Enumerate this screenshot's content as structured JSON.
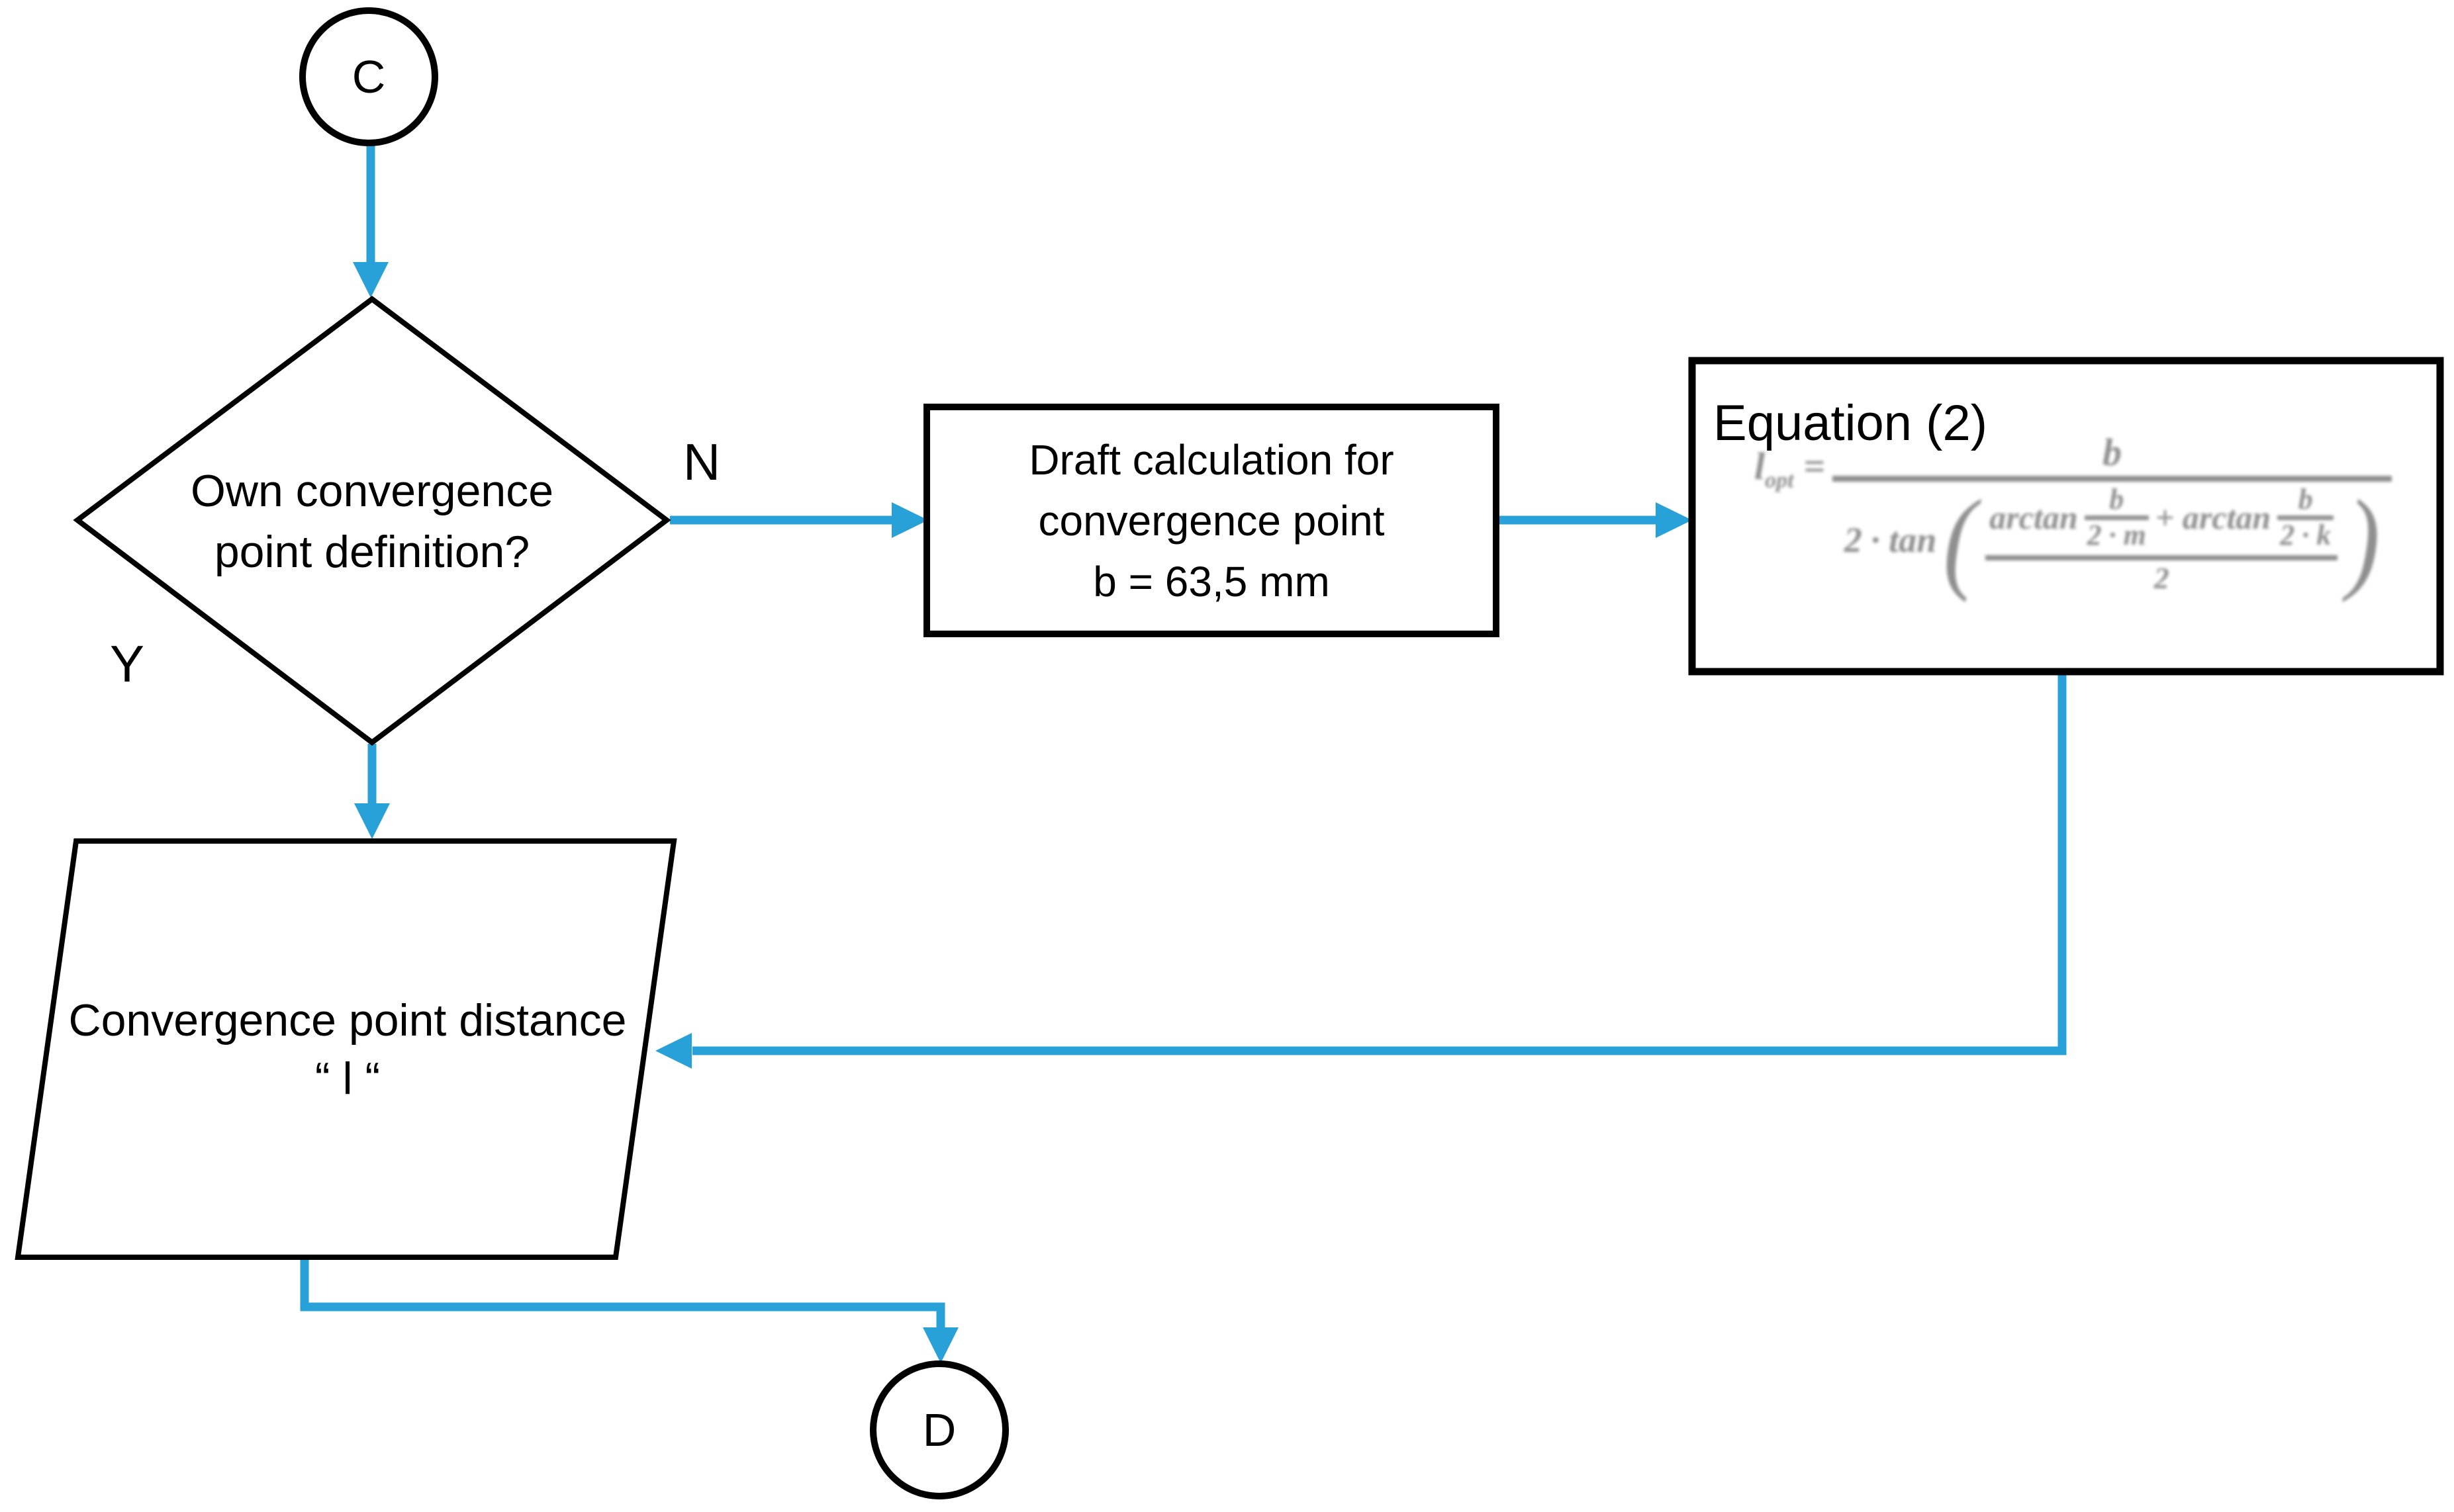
{
  "colors": {
    "arrow_blue": "#28A0D8",
    "shape_stroke": "#000000",
    "equation_gray": "#8F8F8F",
    "background": "#FFFFFF"
  },
  "nodes": {
    "connector_c": {
      "label": "C"
    },
    "decision": {
      "line1": "Own convergence",
      "line2": "point definition?"
    },
    "branch_no": {
      "label": "N"
    },
    "branch_yes": {
      "label": "Y"
    },
    "process_draft": {
      "line1": "Draft calculation for",
      "line2": "convergence point",
      "line3": "b = 63,5 mm"
    },
    "equation": {
      "title": "Equation (2)",
      "lhs_var": "l",
      "lhs_sub": "opt",
      "equals": "=",
      "outer_numerator": "b",
      "den_prefix": "2 · tan",
      "open_paren": "(",
      "arctan_1": "arctan",
      "frac1_num": "b",
      "frac1_den": "2 · m",
      "plus_arctan": "+ arctan",
      "frac2_num": "b",
      "frac2_den": "2 · k",
      "inner_denominator": "2",
      "close_paren": ")"
    },
    "io_distance": {
      "line1": "Convergence point distance",
      "line2": "“ l “"
    },
    "connector_d": {
      "label": "D"
    }
  }
}
